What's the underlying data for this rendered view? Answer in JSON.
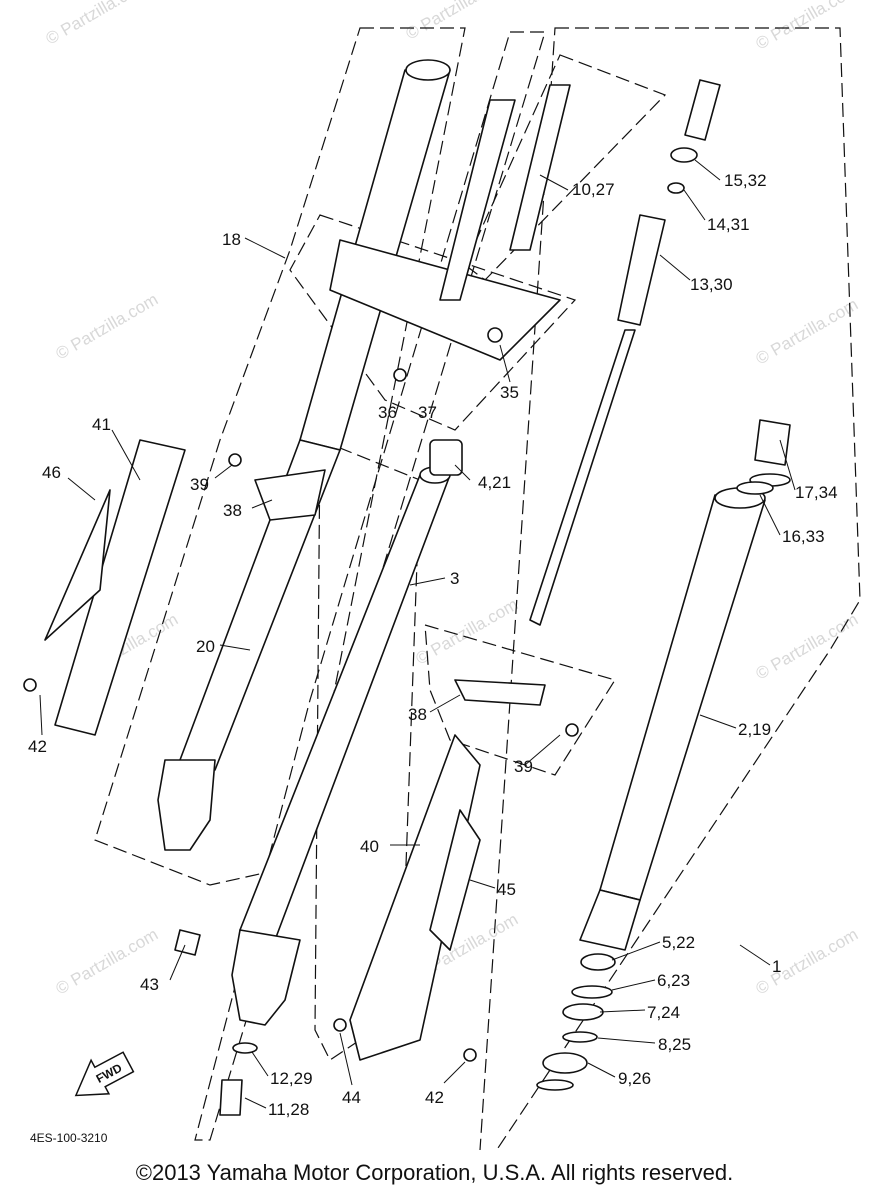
{
  "diagram": {
    "part_labels": [
      "18",
      "10,27",
      "15,32",
      "14,31",
      "13,30",
      "35",
      "36",
      "37",
      "41",
      "46",
      "39",
      "38",
      "4,21",
      "17,34",
      "16,33",
      "3",
      "20",
      "42",
      "38",
      "39",
      "2,19",
      "40",
      "45",
      "43",
      "5,22",
      "6,23",
      "7,24",
      "8,25",
      "1",
      "9,26",
      "12,29",
      "11,28",
      "44",
      "42"
    ],
    "watermark": "© Partzilla.com",
    "fwd_arrow": "FWD",
    "drawing_code": "4ES-100-3210"
  },
  "footer": {
    "copyright": "©2013 Yamaha Motor Corporation, U.S.A. All rights reserved."
  }
}
